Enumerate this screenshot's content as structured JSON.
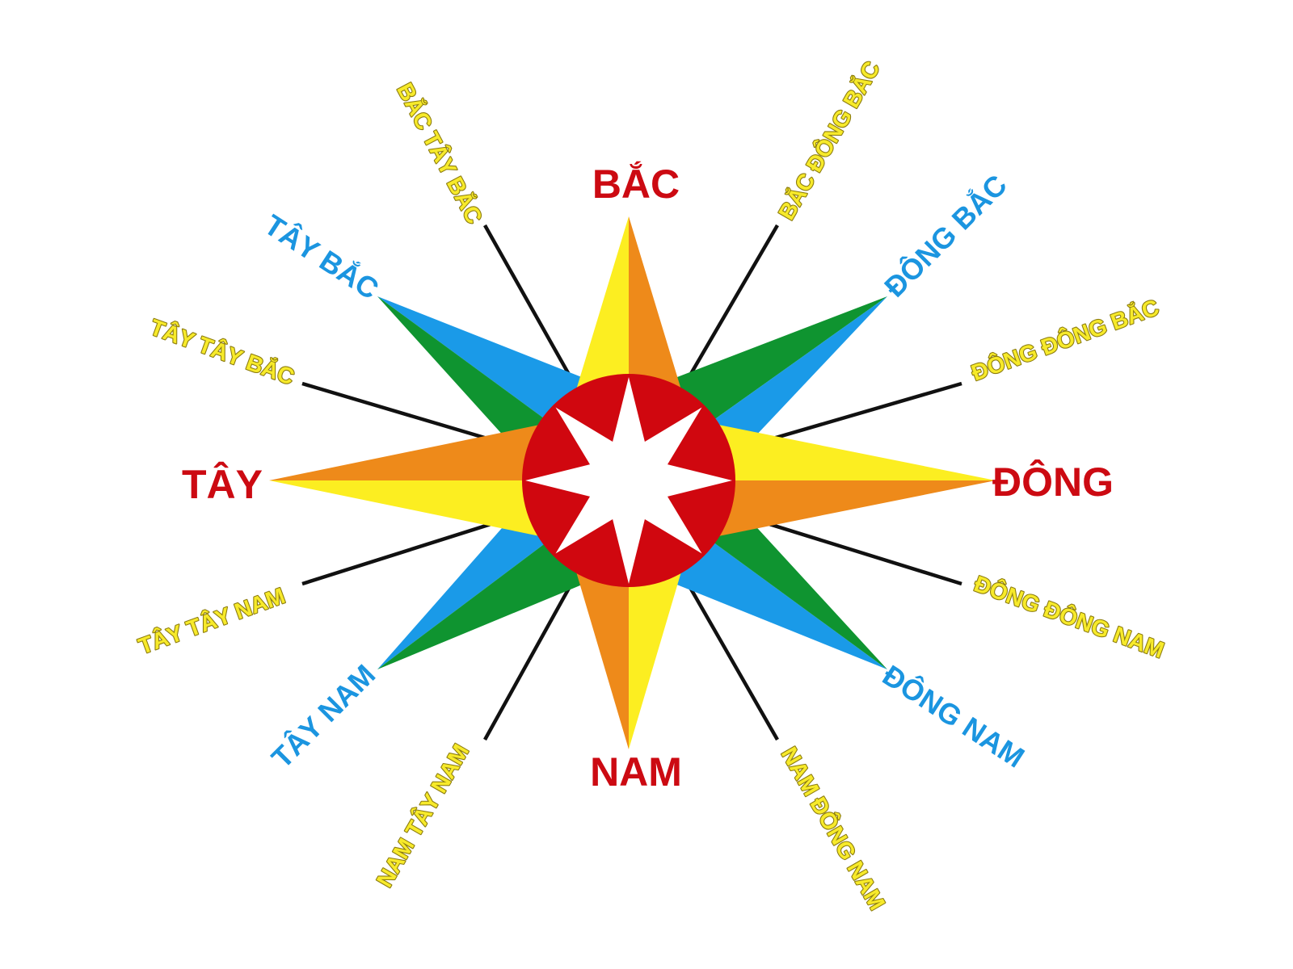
{
  "colors": {
    "cardinal_label": "#cc0a12",
    "intercardinal_label": "#1b95e0",
    "minor_label_fill": "#f7ea2a",
    "minor_label_outline": "#8c7c10",
    "yellow": "#fcee21",
    "orange": "#ee8a1a",
    "green": "#0f9430",
    "blue": "#1a9ae8",
    "center_disc": "#d0070f",
    "center_star": "#ffffff",
    "lines": "#111111"
  },
  "labels": {
    "north": "BẮC",
    "south": "NAM",
    "west": "TÂY",
    "east": "ĐÔNG",
    "northwest": "TÂY BẮC",
    "northeast": "ĐÔNG BẮC",
    "southwest": "TÂY NAM",
    "southeast": "ĐÔNG NAM",
    "nnw": "BẮC TÂY BẮC",
    "nne": "BẮC ĐÔNG BẮC",
    "wnw": "TÂY TÂY BẮC",
    "ene": "ĐÔNG ĐÔNG BẮC",
    "wsw": "TÂY TÂY NAM",
    "ese": "ĐÔNG ĐÔNG NAM",
    "ssw": "NAM TÂY NAM",
    "sse": "NAM ĐÔNG NAM"
  }
}
